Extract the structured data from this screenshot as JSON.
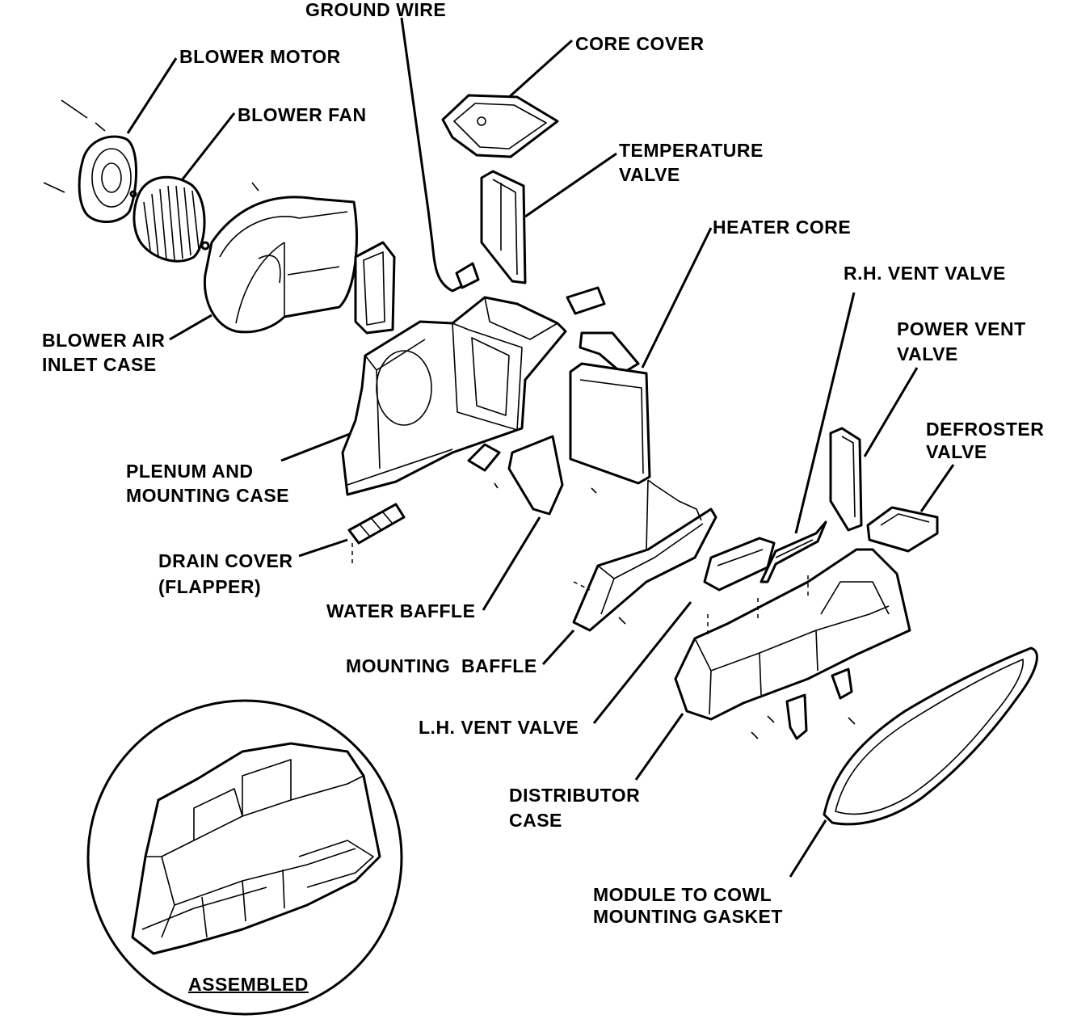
{
  "labels": {
    "ground_wire": "GROUND WIRE",
    "blower_motor": "BLOWER MOTOR",
    "core_cover": "CORE COVER",
    "blower_fan": "BLOWER FAN",
    "temperature_valve_1": "TEMPERATURE",
    "temperature_valve_2": "VALVE",
    "heater_core": "HEATER CORE",
    "rh_vent_valve": "R.H. VENT VALVE",
    "power_vent_valve_1": "POWER VENT",
    "power_vent_valve_2": "VALVE",
    "blower_air_inlet_case_1": "BLOWER AIR",
    "blower_air_inlet_case_2": "INLET CASE",
    "defroster_valve_1": "DEFROSTER",
    "defroster_valve_2": "VALVE",
    "plenum_1": "PLENUM AND",
    "plenum_2": "MOUNTING CASE",
    "drain_cover_1": "DRAIN COVER",
    "drain_cover_2": "(FLAPPER)",
    "water_baffle": "WATER BAFFLE",
    "mounting_baffle": "MOUNTING  BAFFLE",
    "lh_vent_valve": "L.H. VENT VALVE",
    "distributor_case_1": "DISTRIBUTOR",
    "distributor_case_2": "CASE",
    "gasket_1": "MODULE TO COWL",
    "gasket_2": "MOUNTING GASKET",
    "assembled": "ASSEMBLED"
  },
  "colors": {
    "ink": "#000000",
    "paper": "#ffffff"
  }
}
